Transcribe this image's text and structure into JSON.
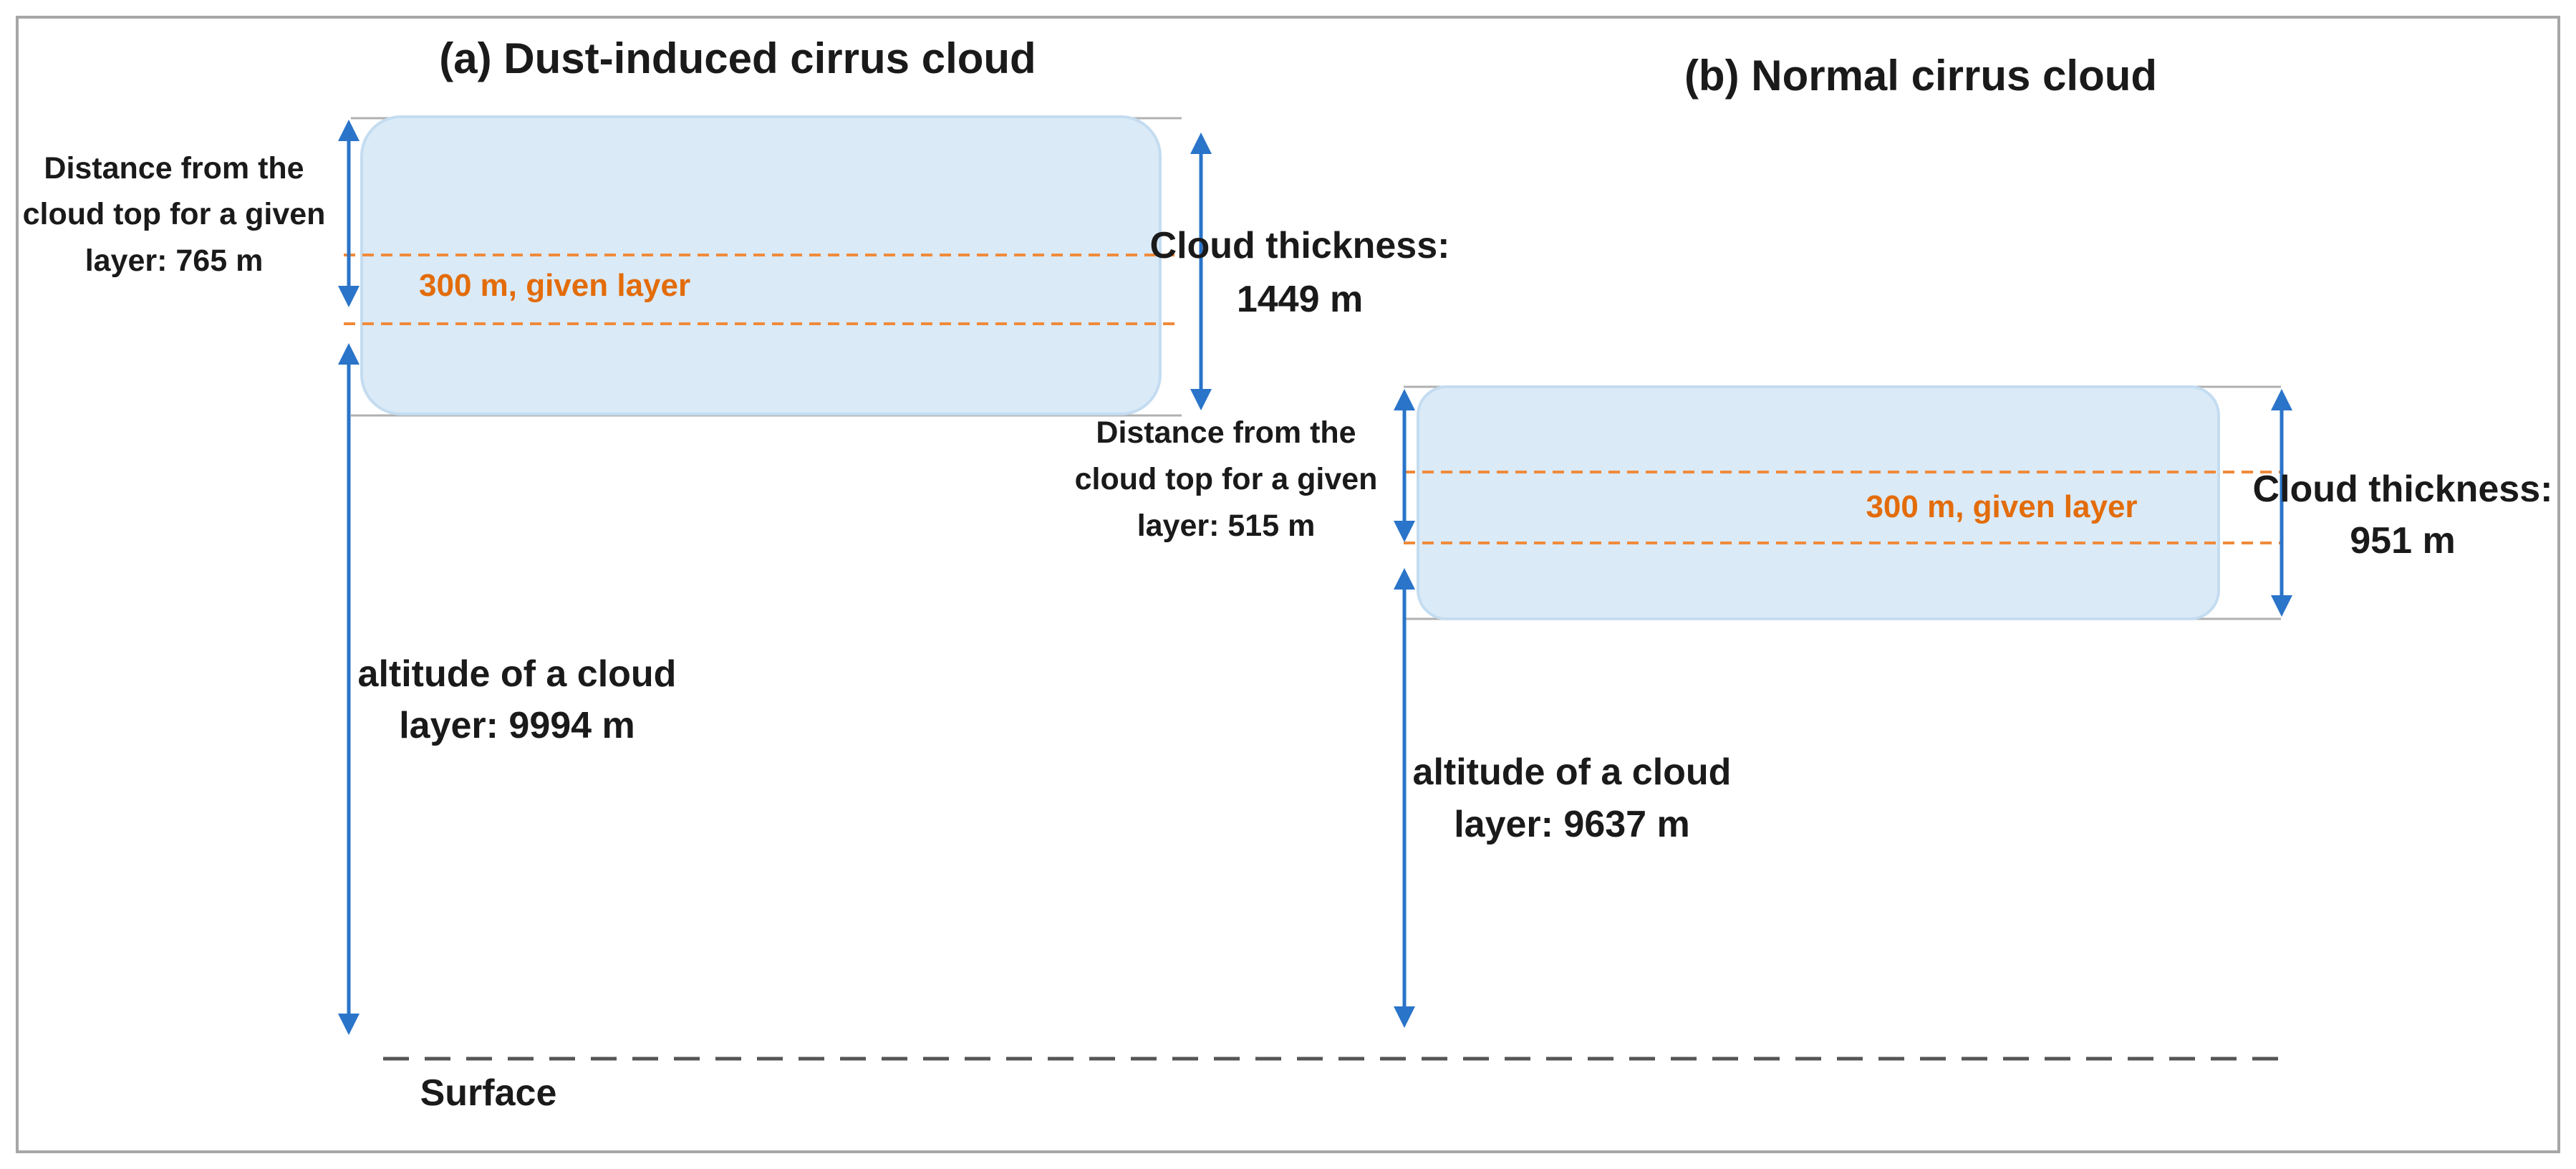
{
  "colors": {
    "cloud_fill": "#daeaf7",
    "arrow": "#2a74c9",
    "layer_line": "#f08a3a",
    "surface_line": "#555555",
    "frame": "#a6a6a6"
  },
  "panel_a": {
    "title": "(a) Dust-induced cirrus cloud",
    "distance_label": [
      "Distance from the",
      "cloud top for a given",
      "layer: 765 m"
    ],
    "layer_label": "300 m, given layer",
    "thickness_label": [
      "Cloud thickness:",
      "1449 m"
    ],
    "altitude_label": [
      "altitude of a cloud",
      "layer: 9994 m"
    ],
    "values": {
      "distance_from_top_m": 765,
      "given_layer_m": 300,
      "thickness_m": 1449,
      "altitude_m": 9994
    }
  },
  "panel_b": {
    "title": "(b) Normal cirrus cloud",
    "distance_label": [
      "Distance from the",
      "cloud top for a given",
      "layer: 515 m"
    ],
    "layer_label": "300 m, given layer",
    "thickness_label": [
      "Cloud thickness:",
      "951 m"
    ],
    "altitude_label": [
      "altitude of a cloud",
      "layer: 9637 m"
    ],
    "values": {
      "distance_from_top_m": 515,
      "given_layer_m": 300,
      "thickness_m": 951,
      "altitude_m": 9637
    }
  },
  "surface_label": "Surface"
}
